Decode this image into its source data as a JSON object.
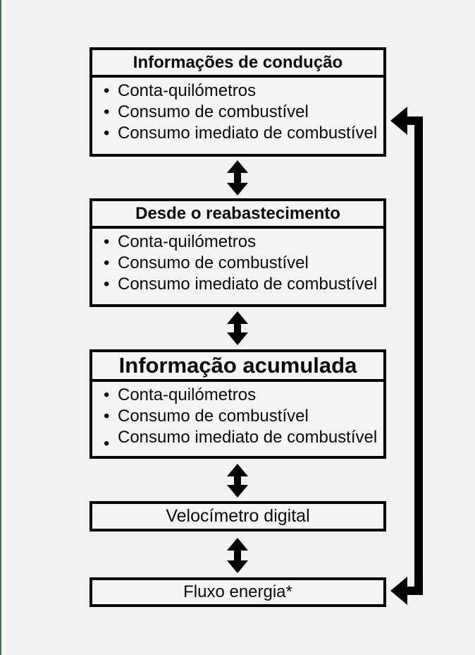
{
  "diagram": {
    "bullet_char": "•",
    "boxes": [
      {
        "title": "Informações de condução",
        "items": [
          "Conta-quilómetros",
          "Consumo de combustível",
          "Consumo imediato de combustível"
        ]
      },
      {
        "title": "Desde o reabastecimento",
        "items": [
          "Conta-quilómetros",
          "Consumo de combustível",
          "Consumo imediato de combustível"
        ]
      },
      {
        "title": "Informação acumulada",
        "items": [
          "Conta-quilómetros",
          "Consumo de combustível",
          "Consumo imediato de combustível"
        ]
      },
      {
        "title": "Velocímetro digital"
      },
      {
        "title": "Fluxo energia*"
      }
    ],
    "colors": {
      "background": "#f2f3f1",
      "box_fill": "#f4f5f3",
      "line": "#000000",
      "left_edge_accent": "#4d6b55"
    }
  }
}
